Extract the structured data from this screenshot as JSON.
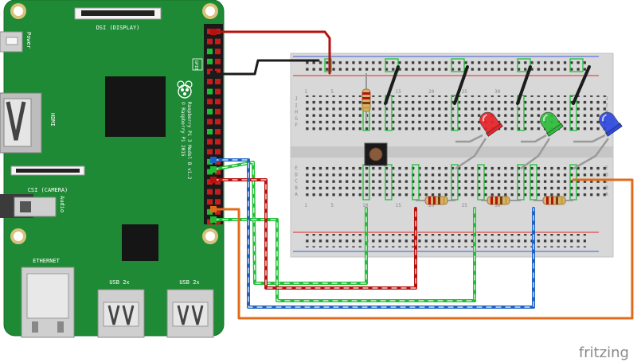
{
  "board": {
    "connector_power": "Power",
    "connector_dsi": "DSI (DISPLAY)",
    "connector_hdmi": "HDMI",
    "connector_csi": "CSI (CAMERA)",
    "connector_audio": "Audio",
    "connector_ethernet": "ETHERNET",
    "connector_usb_left": "USB 2x",
    "connector_usb_right": "USB 2x",
    "gpio_label": "GPIO",
    "model_text": "Raspberry Pi 3 Model B v1.2",
    "copyright_text": "© Raspberry Pi 2015"
  },
  "breadboard": {
    "row_letters_top": [
      "J",
      "I",
      "H",
      "G",
      "F"
    ],
    "row_letters_bottom": [
      "E",
      "D",
      "C",
      "B",
      "A"
    ],
    "column_numbers": [
      "1",
      "5",
      "10",
      "15",
      "20",
      "25",
      "30"
    ]
  },
  "components": {
    "leds": [
      {
        "name": "red",
        "color": "#e8252a"
      },
      {
        "name": "green",
        "color": "#2ebd3a"
      },
      {
        "name": "blue",
        "color": "#2e49e0"
      }
    ]
  },
  "wire_colors": {
    "red": "#b5120f",
    "black": "#1c1c1c",
    "green": "#1fbf35",
    "blue": "#1d63c7",
    "orange": "#e06c1b"
  },
  "watermark": "fritzing"
}
